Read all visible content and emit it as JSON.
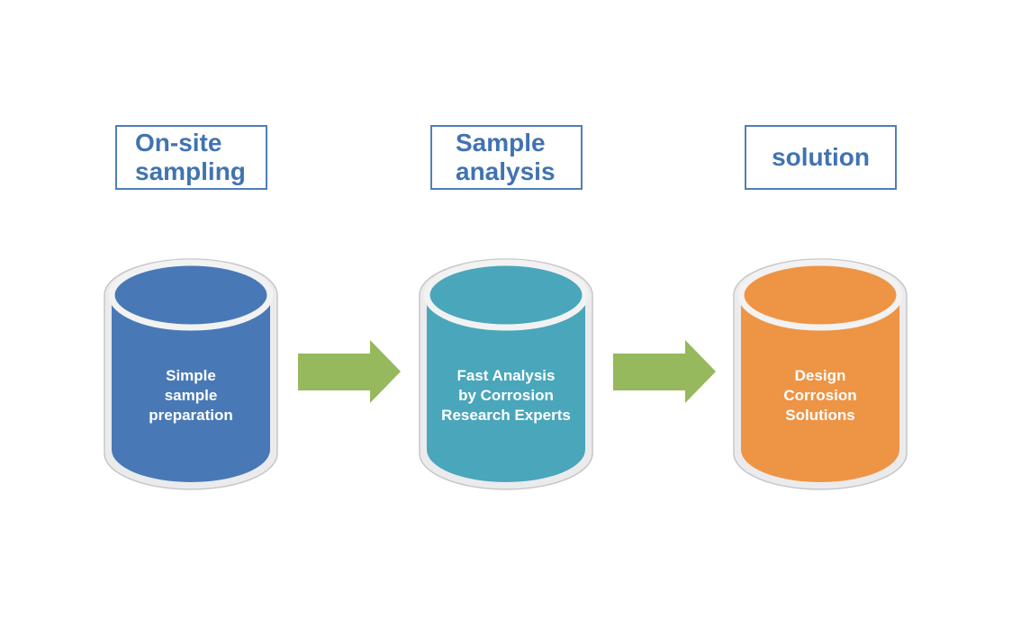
{
  "colors": {
    "background": "#ffffff",
    "header_text": "#4173b1",
    "header_border": "#4f7fb8",
    "arrow": "#95b95c",
    "cylinder_outline": "#ebebed",
    "cylinder_outline_edge": "#c6c6c9",
    "cylinder_rim": "#f2f2f3",
    "cylinder_label_text": "#ffffff"
  },
  "stages": [
    {
      "header": {
        "label": "On-site\nsampling"
      },
      "cylinder": {
        "label": "Simple\nsample\npreparation",
        "color": "#4879b6"
      }
    },
    {
      "header": {
        "label": "Sample\nanalysis"
      },
      "cylinder": {
        "label": "Fast Analysis\nby Corrosion\nResearch Experts",
        "color": "#4aa6ba"
      }
    },
    {
      "header": {
        "label": "solution"
      },
      "cylinder": {
        "label": "Design\nCorrosion\nSolutions",
        "color": "#ee9445"
      }
    }
  ],
  "arrows": [
    {
      "name": "arrow-1",
      "direction": "right"
    },
    {
      "name": "arrow-2",
      "direction": "right"
    }
  ]
}
